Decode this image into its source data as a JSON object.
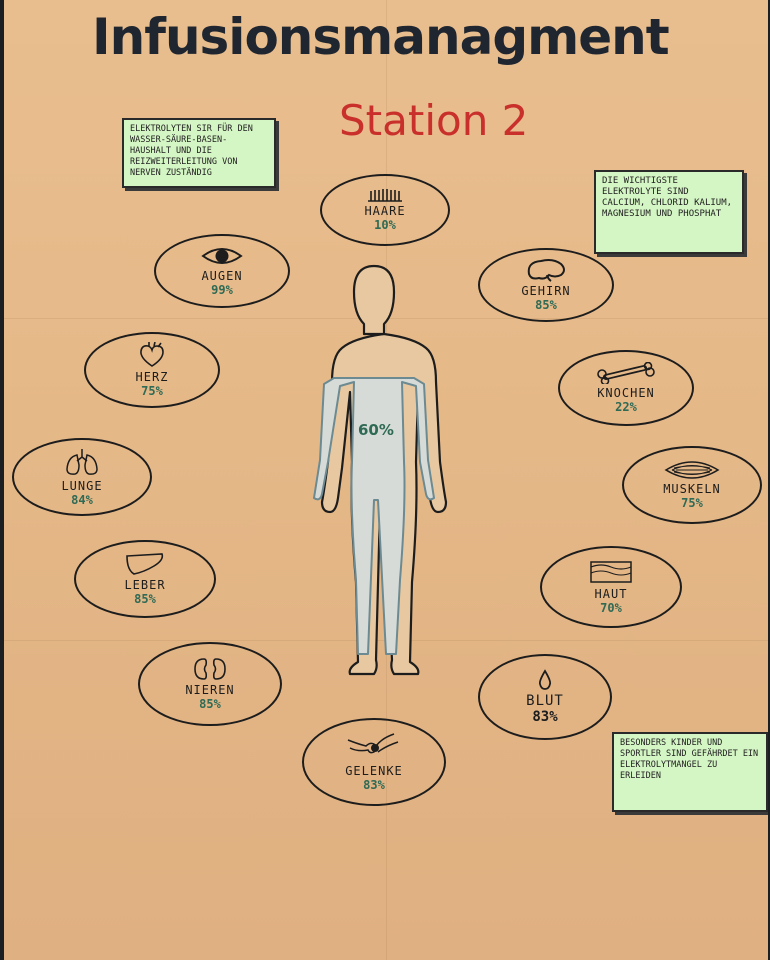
{
  "poster": {
    "title": "Infusionsmanagment",
    "subtitle": "Station 2",
    "body_percent": "60%",
    "notes": {
      "electrolytes": "Elektrolyten sir für den Wasser-Säure-Basen-Haushalt und die Reizweiterleitung von Nerven zuständig",
      "important": "Die wichtigste Elektrolyte sind Calcium, Chlorid Kalium, Magnesium und Phosphat",
      "risk": "Besonders Kinder und Sportler sind gefährdet ein Elektrolytmangel zu erleiden"
    },
    "organs": [
      {
        "id": "haare",
        "label": "HAARE",
        "percent": "10%",
        "icon": "hair-icon"
      },
      {
        "id": "augen",
        "label": "AUGEN",
        "percent": "99%",
        "icon": "eye-icon"
      },
      {
        "id": "gehirn",
        "label": "GEHIRN",
        "percent": "85%",
        "icon": "brain-icon"
      },
      {
        "id": "herz",
        "label": "HERZ",
        "percent": "75%",
        "icon": "heart-icon"
      },
      {
        "id": "knochen",
        "label": "KNOCHEN",
        "percent": "22%",
        "icon": "bone-icon"
      },
      {
        "id": "lunge",
        "label": "LUNGE",
        "percent": "84%",
        "icon": "lungs-icon"
      },
      {
        "id": "muskeln",
        "label": "MUSKELN",
        "percent": "75%",
        "icon": "muscle-icon"
      },
      {
        "id": "leber",
        "label": "LEBER",
        "percent": "85%",
        "icon": "liver-icon"
      },
      {
        "id": "haut",
        "label": "HAUT",
        "percent": "70%",
        "icon": "skin-icon"
      },
      {
        "id": "nieren",
        "label": "NIEREN",
        "percent": "85%",
        "icon": "kidneys-icon"
      },
      {
        "id": "blut",
        "label": "BLUT",
        "percent": "83%",
        "icon": "blood-drop-icon"
      },
      {
        "id": "gelenke",
        "label": "GELENKE",
        "percent": "83%",
        "icon": "joint-icon"
      }
    ]
  }
}
